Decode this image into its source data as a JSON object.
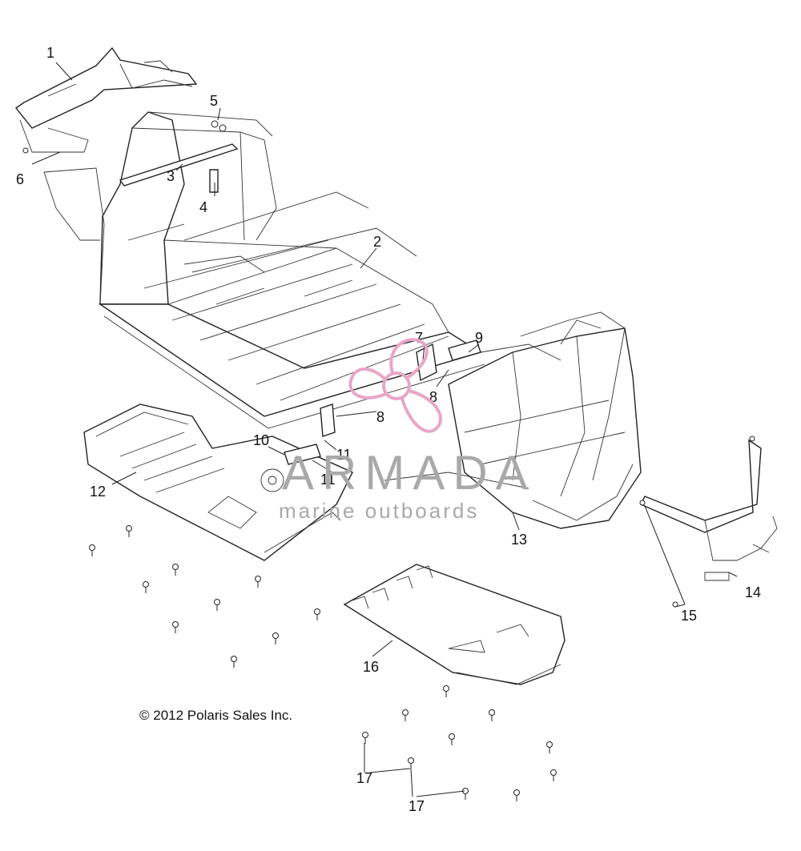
{
  "copyright": "© 2012 Polaris Sales Inc.",
  "watermark": {
    "title": "ARMADA",
    "subtitle": "marine outboards",
    "logo_color": "#e9a6c6",
    "text_color": "#a9a9a9"
  },
  "callouts": [
    "1",
    "2",
    "3",
    "4",
    "5",
    "6",
    "7",
    "8",
    "8",
    "9",
    "10",
    "11",
    "11",
    "12",
    "13",
    "14",
    "15",
    "16",
    "17",
    "17"
  ],
  "fastener_icon": "nut-icon"
}
